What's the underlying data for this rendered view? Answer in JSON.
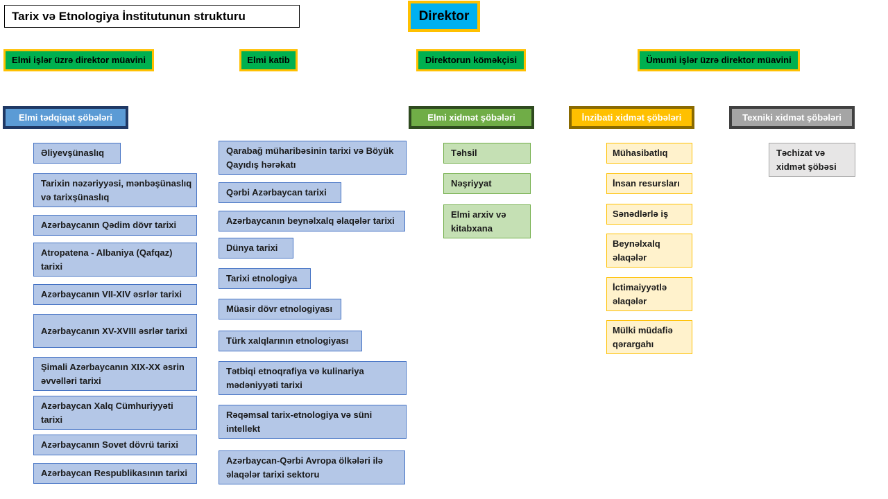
{
  "title": "Tarix və Etnologiya İnstitutunun strukturu",
  "director": "Direktor",
  "deputies": [
    "Elmi işlər üzrə direktor müavini",
    "Elmi katib",
    "Direktorun köməkçisi",
    "Ümumi işlər üzrə direktor müavini"
  ],
  "headers": {
    "research": "Elmi tədqiqat şöbələri",
    "scientific_service": "Elmi xidmət şöbələri",
    "administrative": "İnzibati xidmət şöbələri",
    "technical": "Texniki xidmət şöbələri"
  },
  "research_col1": [
    "Əliyevşünaslıq",
    "Tarixin nəzəriyyəsi, mənbəşünaslıq və tarixşünaslıq",
    "Azərbaycanın Qədim dövr tarixi",
    "Atropatena - Albaniya (Qafqaz) tarixi",
    "Azərbaycanın VII-XIV əsrlər tarixi",
    "Azərbaycanın XV-XVIII əsrlər tarixi",
    "Şimali Azərbaycanın XIX-XX əsrin əvvəlləri tarixi",
    "Azərbaycan Xalq Cümhuriyyəti tarixi",
    "Azərbaycanın Sovet dövrü tarixi",
    "Azərbaycan Respublikasının tarixi"
  ],
  "research_col2": [
    "Qarabağ müharibəsinin tarixi və Böyük Qayıdış hərəkatı",
    "Qərbi Azərbaycan tarixi",
    "Azərbaycanın beynəlxalq əlaqələr tarixi",
    "Dünya tarixi",
    "Tarixi etnologiya",
    "Müasir dövr etnologiyası",
    "Türk xalqlarının etnologiyası",
    "Tətbiqi etnoqrafiya və kulinariya mədəniyyəti tarixi",
    "Rəqəmsal tarix-etnologiya və süni intellekt",
    "Azərbaycan-Qərbi Avropa ölkələri ilə əlaqələr tarixi sektoru"
  ],
  "scientific_service": [
    "Təhsil",
    "Nəşriyyat",
    "Elmi arxiv və kitabxana"
  ],
  "administrative": [
    "Mühasibatlıq",
    "İnsan resursları",
    "Sənədlərlə iş",
    "Beynəlxalq əlaqələr",
    "İctimaiyyətlə əlaqələr",
    "Mülki müdafiə qərargahı"
  ],
  "technical": [
    "Təchizat və xidmət şöbəsi"
  ],
  "colors": {
    "director_fill": "#00b0f0",
    "director_border": "#ffc000",
    "deputy_fill": "#00b050",
    "research_header": "#5b9bd5",
    "research_box": "#b4c7e7",
    "scientific_header": "#70ad47",
    "scientific_box": "#c5e0b4",
    "administrative_header": "#ffc000",
    "administrative_box": "#fff2cc",
    "technical_header": "#a5a5a5",
    "technical_box": "#e7e6e6"
  }
}
